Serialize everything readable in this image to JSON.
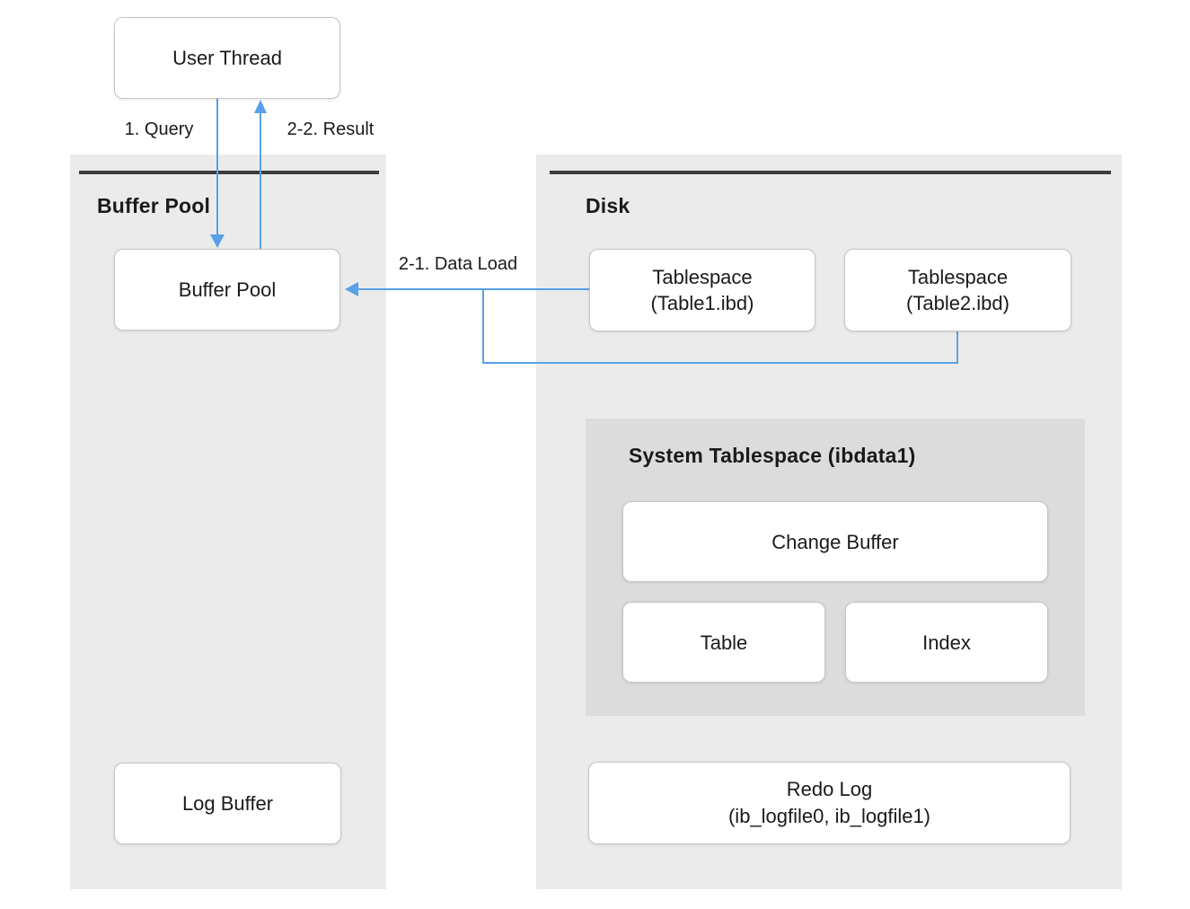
{
  "panels": {
    "buffer_pool": {
      "label": "Buffer Pool"
    },
    "disk": {
      "label": "Disk"
    }
  },
  "nodes": {
    "user_thread": {
      "label": "User Thread"
    },
    "buffer_pool_box": {
      "label": "Buffer Pool"
    },
    "log_buffer": {
      "label": "Log Buffer"
    },
    "tablespace1": {
      "line1": "Tablespace",
      "line2": "(Table1.ibd)"
    },
    "tablespace2": {
      "line1": "Tablespace",
      "line2": "(Table2.ibd)"
    },
    "system_tablespace": {
      "label": "System Tablespace (ibdata1)"
    },
    "change_buffer": {
      "label": "Change Buffer"
    },
    "table": {
      "label": "Table"
    },
    "index": {
      "label": "Index"
    },
    "redo_log": {
      "line1": "Redo Log",
      "line2": "(ib_logfile0, ib_logfile1)"
    }
  },
  "edges": {
    "query": {
      "label": "1. Query",
      "from": "User Thread",
      "to": "Buffer Pool"
    },
    "result": {
      "label": "2-2. Result",
      "from": "Buffer Pool",
      "to": "User Thread"
    },
    "data_load": {
      "label": "2-1. Data Load",
      "from": "Tablespace (Table1.ibd) / Tablespace (Table2.ibd)",
      "to": "Buffer Pool"
    }
  },
  "colors": {
    "arrow_blue": "#58a1e8",
    "panel_gray": "#ebebeb",
    "inner_container_gray": "#dcdcdc",
    "topbar_dark": "#3b3d40",
    "box_border": "#c5c5c5",
    "text": "#1a1a1a",
    "background": "#ffffff"
  }
}
